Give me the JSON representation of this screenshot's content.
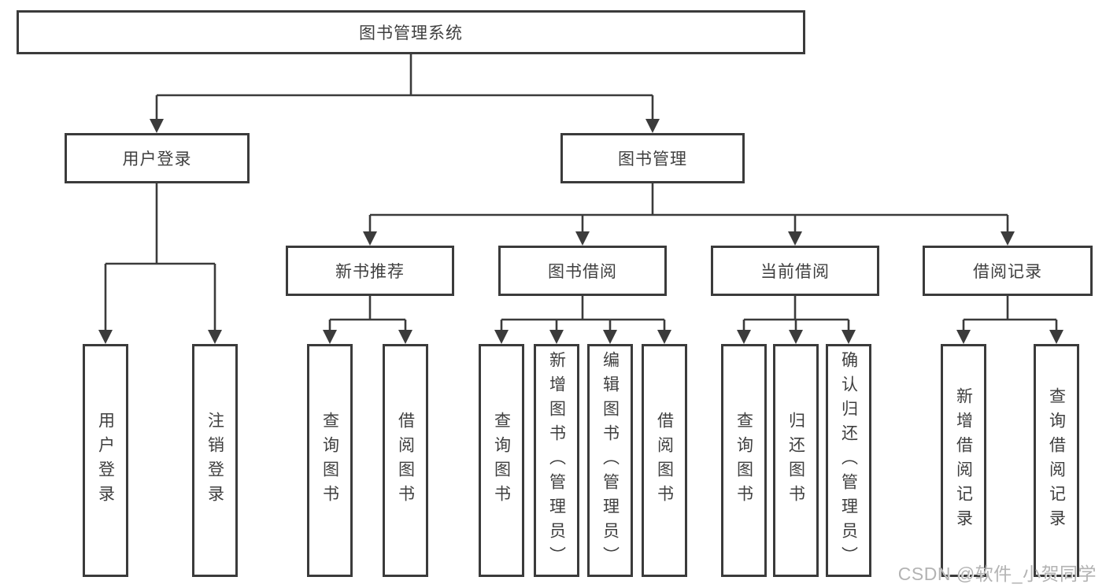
{
  "style": {
    "line_color": "#3b3b3b",
    "box_border_color": "#3b3b3b",
    "box_fill": "#ffffff",
    "text_color": "#3f3f3f",
    "watermark_color": "#b3b3b3",
    "background": "#ffffff"
  },
  "tree": {
    "root": {
      "label": "图书管理系统",
      "children": [
        {
          "label": "用户登录",
          "children": [
            {
              "label": "用户登录"
            },
            {
              "label": "注销登录"
            }
          ]
        },
        {
          "label": "图书管理",
          "children": [
            {
              "label": "新书推荐",
              "children": [
                {
                  "label": "查询图书"
                },
                {
                  "label": "借阅图书"
                }
              ]
            },
            {
              "label": "图书借阅",
              "children": [
                {
                  "label": "查询图书"
                },
                {
                  "label": "新增图书（管理员）"
                },
                {
                  "label": "编辑图书（管理员）"
                },
                {
                  "label": "借阅图书"
                }
              ]
            },
            {
              "label": "当前借阅",
              "children": [
                {
                  "label": "查询图书"
                },
                {
                  "label": "归还图书"
                },
                {
                  "label": "确认归还（管理员）"
                }
              ]
            },
            {
              "label": "借阅记录",
              "children": [
                {
                  "label": "新增借阅记录"
                },
                {
                  "label": "查询借阅记录"
                }
              ]
            }
          ]
        }
      ]
    }
  },
  "watermark": {
    "text": "CSDN @软件_小贺同学"
  }
}
